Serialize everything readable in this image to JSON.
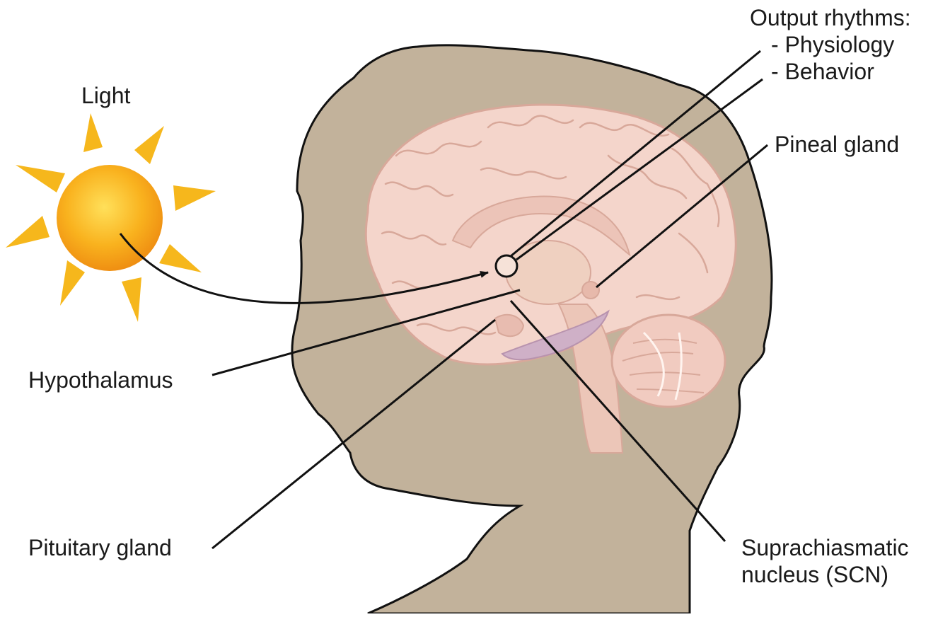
{
  "colors": {
    "head_fill": "#c2b29b",
    "brain_fill": "#f4d5cb",
    "brain_outline": "#d8a89a",
    "sun_core": "#f7a81b",
    "sun_rays": "#f6b71c",
    "line": "#111111"
  },
  "labels": {
    "light": "Light",
    "output_title": "Output rhythms:",
    "output_item1": "- Physiology",
    "output_item2": "- Behavior",
    "pineal": "Pineal gland",
    "hypothalamus": "Hypothalamus",
    "pituitary": "Pituitary gland",
    "scn_line1": "Suprachiasmatic",
    "scn_line2": "nucleus (SCN)"
  },
  "icons": {
    "sun": "sun-icon",
    "head": "head-silhouette",
    "brain": "brain-sagittal"
  }
}
